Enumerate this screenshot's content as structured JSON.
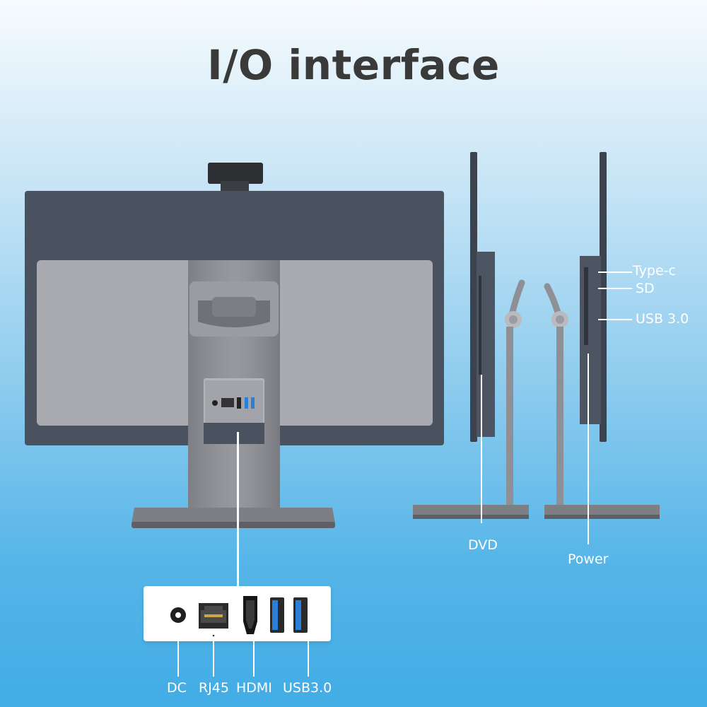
{
  "title": "I/O interface",
  "back_view": {
    "ports": [
      "DC",
      "RJ45",
      "HDMI",
      "USB3.0"
    ]
  },
  "side_view_left": {
    "callout": "DVD"
  },
  "side_view_right": {
    "callouts": [
      "Type-c",
      "SD",
      "USB 3.0",
      "Power"
    ]
  },
  "colors": {
    "panel": "#4a5260",
    "back_cover": "#a9abb0",
    "stand": "#8e9096",
    "usb_blue": "#2b7fd6",
    "background_top": "#f7fbfe",
    "background_bottom": "#42ace5"
  }
}
